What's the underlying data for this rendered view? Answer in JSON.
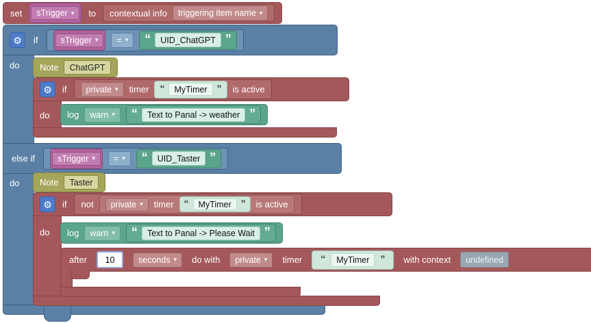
{
  "palette": {
    "block_red": "#a5585b",
    "block_blue": "#5b80a5",
    "block_green": "#5ba58c",
    "block_olive": "#a5a55b",
    "block_pink": "#b2619c",
    "pale_string": "#cfe6da",
    "field_gray": "#9aa7b2",
    "gear_blue": "#4d7bc8"
  },
  "quotes": {
    "open": "“",
    "close": "”"
  },
  "set_block": {
    "set_label": "set",
    "variable": "sTrigger",
    "to_label": "to",
    "contextual_label": "contextual info",
    "contextual_option": "triggering item name"
  },
  "outer_if": {
    "if_label": "if",
    "do_label": "do",
    "elseif_label": "else if",
    "do2_label": "do",
    "cond1": {
      "left": "sTrigger",
      "op": "=",
      "right": "UID_ChatGPT"
    },
    "cond2": {
      "left": "sTrigger",
      "op": "=",
      "right": "UID_Taster"
    }
  },
  "branch1": {
    "note_label": "Note",
    "note_text": "ChatGPT",
    "if_label": "if",
    "private": "private",
    "timer_label": "timer",
    "timer_name": "MyTimer",
    "active_label": "is active",
    "do_label": "do",
    "log_label": "log",
    "log_level": "warn",
    "log_message": "Text to Panal -> weather"
  },
  "branch2": {
    "note_label": "Note",
    "note_text": "Taster",
    "if_label": "if",
    "not_label": "not",
    "private": "private",
    "timer_label": "timer",
    "timer_name": "MyTimer",
    "active_label": "is active",
    "do_label": "do",
    "log_label": "log",
    "log_level": "warn",
    "log_message": "Text to Panal -> Please Wait",
    "after_label": "after",
    "delay": "10",
    "unit": "seconds",
    "dowith_label": "do with",
    "after_private": "private",
    "after_timer_label": "timer",
    "after_timer_name": "MyTimer",
    "context_label": "with context",
    "context_value": "undefined"
  }
}
